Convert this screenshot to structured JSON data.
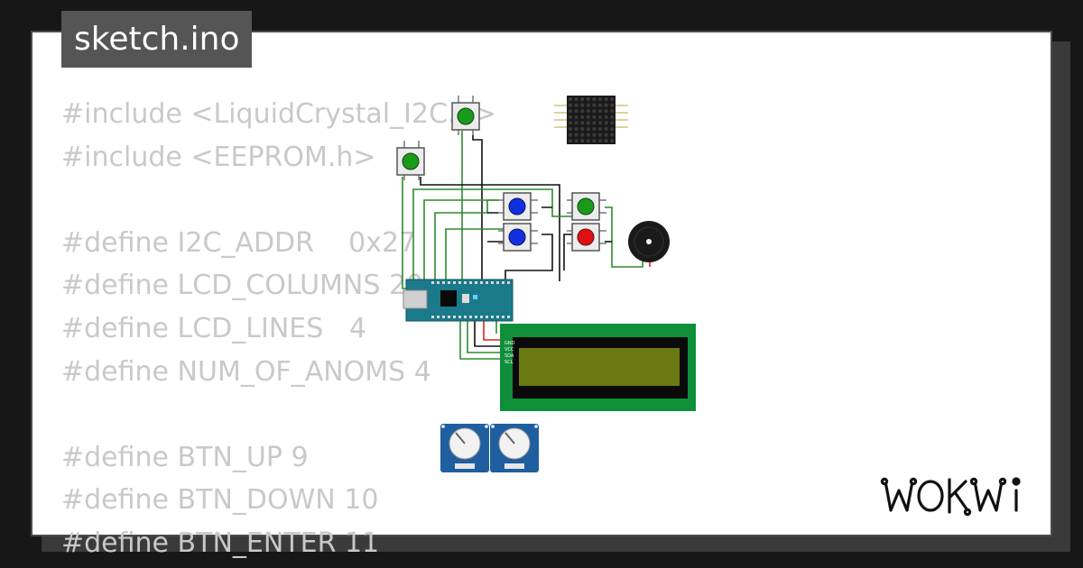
{
  "tab": {
    "title": "sketch.ino"
  },
  "code_lines": [
    "#include <LiquidCrystal_I2C.h>",
    "#include <EEPROM.h>",
    "",
    "#define I2C_ADDR    0x27",
    "#define LCD_COLUMNS 20",
    "#define LCD_LINES   4",
    "#define NUM_OF_ANOMS 4",
    "",
    "#define BTN_UP 9",
    "#define BTN_DOWN 10",
    "#define BTN_ENTER 11"
  ],
  "diagram": {
    "components": [
      "pushbutton-green",
      "pushbutton-green",
      "pushbutton-blue",
      "pushbutton-blue",
      "pushbutton-green",
      "pushbutton-red",
      "led-matrix",
      "buzzer",
      "arduino-nano",
      "lcd-i2c",
      "potentiometer",
      "potentiometer"
    ],
    "lcd_pins": [
      "GND",
      "VCC",
      "SDA",
      "SCL"
    ],
    "colors": {
      "wire_green": "#2e8b2e",
      "wire_black": "#111111",
      "wire_red": "#e02020",
      "nano_board": "#1a7a8a",
      "lcd_frame": "#0f8f3a",
      "lcd_screen": "#6a7a10"
    }
  },
  "brand": {
    "logo_text": "WOKWi"
  }
}
